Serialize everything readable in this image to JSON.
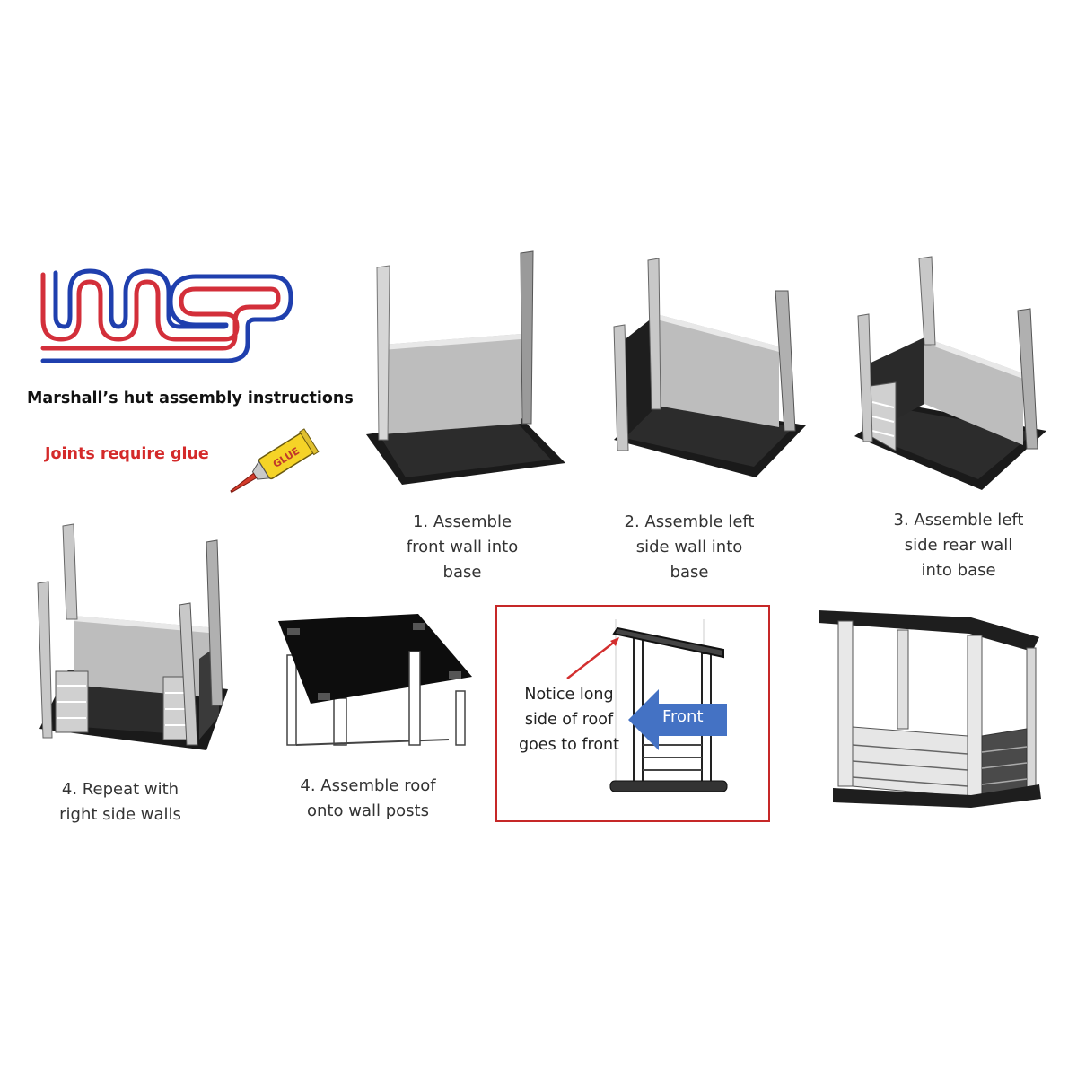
{
  "brand": {
    "logo_text": "WMSP",
    "logo_colors": {
      "red": "#d32f3a",
      "blue": "#1f3fae"
    }
  },
  "header": {
    "title": "Marshall’s hut assembly instructions",
    "glue_note": "Joints require glue",
    "glue_tube_label": "GLUE"
  },
  "steps": [
    {
      "id": 1,
      "caption": "1. Assemble\nfront wall into\nbase",
      "illustration": "base-with-front-wall"
    },
    {
      "id": 2,
      "caption": "2. Assemble left\nside wall into\nbase",
      "illustration": "base-with-left-side-wall"
    },
    {
      "id": 3,
      "caption": "3. Assemble left\nside rear wall\ninto base",
      "illustration": "base-with-left-rear-wall"
    },
    {
      "id": 4,
      "caption": "4. Repeat with\nright side walls",
      "illustration": "base-with-all-walls"
    },
    {
      "id": 5,
      "caption": "4. Assemble roof\nonto wall posts",
      "illustration": "roof-onto-posts"
    }
  ],
  "callout": {
    "text": "Notice long\nside of roof\ngoes to front",
    "arrow_label": "Front",
    "arrow_color": "#4472c4",
    "border_color": "#c62828"
  },
  "final": {
    "illustration": "completed-marshals-hut"
  }
}
